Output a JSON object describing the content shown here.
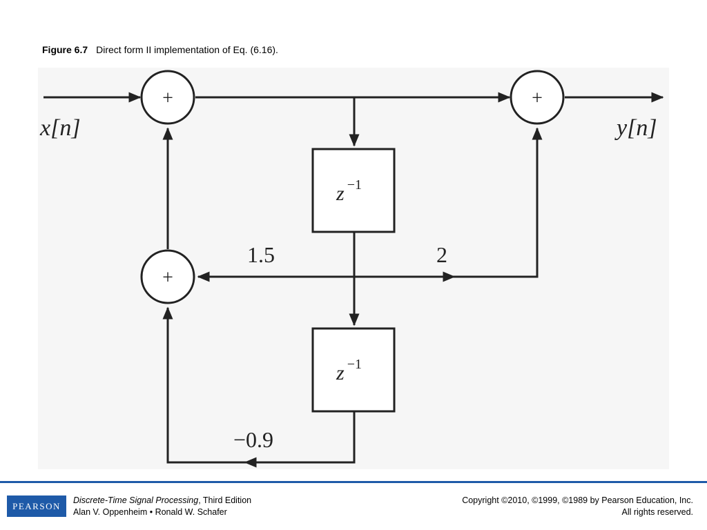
{
  "caption": {
    "figure_number": "Figure 6.7",
    "text": "Direct form II implementation of Eq. (6.16)."
  },
  "diagram": {
    "input_label": "x[n]",
    "output_label": "y[n]",
    "adder_symbol": "+",
    "delay_label_base": "z",
    "delay_label_exp": "−1",
    "coefficients": {
      "a1": "1.5",
      "b1": "2",
      "a2": "−0.9"
    }
  },
  "footer": {
    "publisher_logo": "PEARSON",
    "book_title": "Discrete-Time Signal Processing",
    "edition": ", Third Edition",
    "authors": "Alan V. Oppenheim • Ronald W. Schafer",
    "copyright": "Copyright ©2010, ©1999, ©1989 by Pearson Education, Inc.",
    "rights": "All rights reserved."
  },
  "colors": {
    "accent": "#1e5aa8",
    "diagram_background": "#f6f6f6",
    "ink": "#222222"
  }
}
